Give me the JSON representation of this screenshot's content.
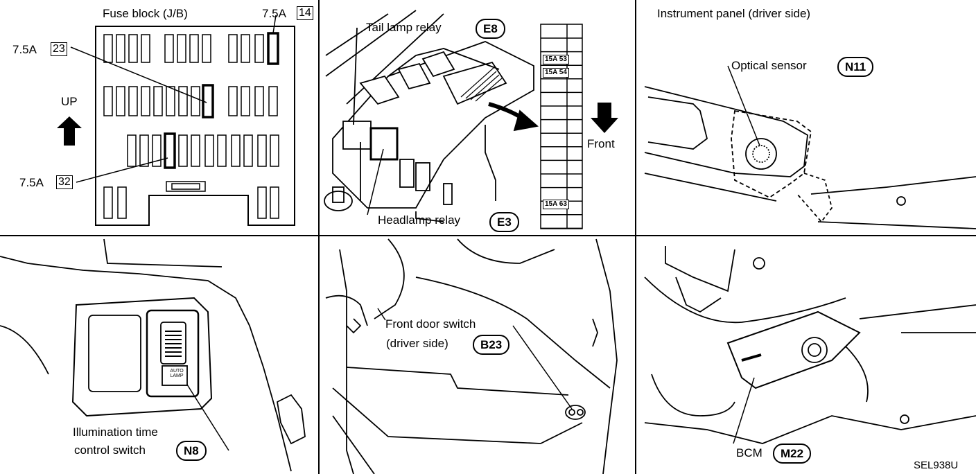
{
  "fuse_panel": {
    "title": "Fuse block (J/B)",
    "up_label": "UP",
    "fuses": [
      {
        "rating": "7.5A",
        "number": "14"
      },
      {
        "rating": "7.5A",
        "number": "23"
      },
      {
        "rating": "7.5A",
        "number": "32"
      }
    ]
  },
  "relay_panel": {
    "tail_relay": {
      "label": "Tail lamp relay",
      "code": "E8"
    },
    "headlamp_relay": {
      "label": "Headlamp relay",
      "code": "E3"
    },
    "front_label": "Front",
    "fuse_labels": [
      "15A 53",
      "15A 54",
      "15A 63"
    ]
  },
  "instrument_panel": {
    "title": "Instrument panel (driver side)",
    "sensor": {
      "label": "Optical sensor",
      "code": "N11"
    }
  },
  "switch_panel": {
    "label_line1": "Illumination time",
    "label_line2": "control switch",
    "code": "N8",
    "switch_text": "AUTO LAMP"
  },
  "door_panel": {
    "label_line1": "Front door switch",
    "label_line2": "(driver side)",
    "code": "B23"
  },
  "bcm_panel": {
    "label": "BCM",
    "code": "M22",
    "reference": "SEL938U"
  }
}
